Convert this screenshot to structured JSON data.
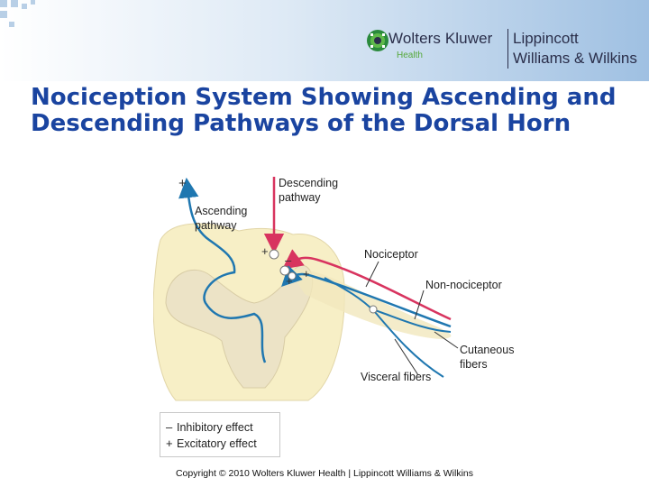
{
  "slide": {
    "title": "Nociception System Showing Ascending and Descending Pathways of the Dorsal Horn",
    "copyright": "Copyright © 2010 Wolters Kluwer Health | Lippincott Williams & Wilkins"
  },
  "logo": {
    "brand": "Wolters Kluwer",
    "brand_sub": "Health",
    "imprint_line1": "Lippincott",
    "imprint_line2": "Williams & Wilkins"
  },
  "diagram": {
    "labels": {
      "descending_line1": "Descending",
      "descending_line2": "pathway",
      "ascending_line1": "Ascending",
      "ascending_line2": "pathway",
      "nociceptor": "Nociceptor",
      "non_nociceptor": "Non-nociceptor",
      "cutaneous_line1": "Cutaneous",
      "cutaneous_line2": "fibers",
      "visceral": "Visceral fibers"
    },
    "signs": {
      "ascending_top": "+",
      "synapse_plus_upper": "+",
      "synapse_minus": "–",
      "synapse_plus_lower": "+",
      "synapse_plus_right": "+"
    },
    "colors": {
      "descending": "#d8345f",
      "ascending": "#1f77b0",
      "nociceptor": "#d8345f",
      "non_nociceptor": "#1f77b0",
      "visceral": "#1f77b0",
      "cord_white_matter": "#f7efc6",
      "cord_gray_matter": "#ece3c6"
    }
  },
  "legend": {
    "inhibitory_symbol": "–",
    "inhibitory_label": "Inhibitory effect",
    "excitatory_symbol": "+",
    "excitatory_label": "Excitatory effect"
  }
}
